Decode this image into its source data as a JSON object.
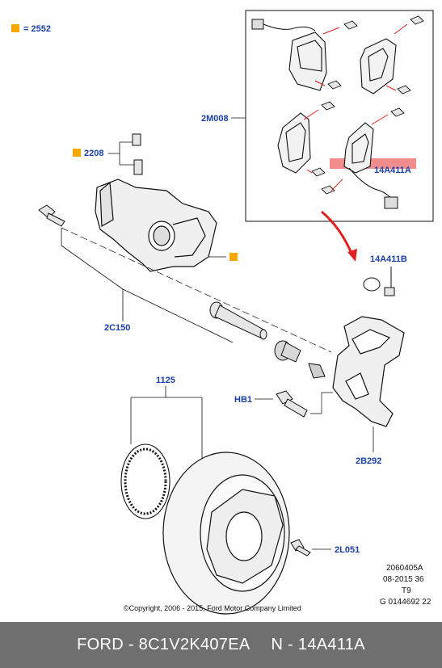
{
  "legend": {
    "symbol_color": "#f5a800",
    "text": "= 2552"
  },
  "labels": {
    "l2208": "2208",
    "l2M008": "2M008",
    "l14A411A": "14A411A",
    "l14A411B": "14A411B",
    "l2C150": "2C150",
    "l1125": "1125",
    "lHB1": "HB1",
    "l2B292": "2B292",
    "l2L051": "2L051"
  },
  "info_block": [
    "2060405A",
    "08-2015 36",
    "T9",
    "G 0144692 22"
  ],
  "copyright": "©Copyright, 2006 - 2015, Ford Motor Company Limited",
  "footer": {
    "left": "FORD - 8C1V2K407EA",
    "right": "N - 14A411A"
  },
  "colors": {
    "label_blue": "#1b3fa8",
    "highlight": "#f08080",
    "arrow_red": "#e0201e",
    "footer_bg": "#6f6f6f",
    "callout_orange": "#f5a800"
  }
}
